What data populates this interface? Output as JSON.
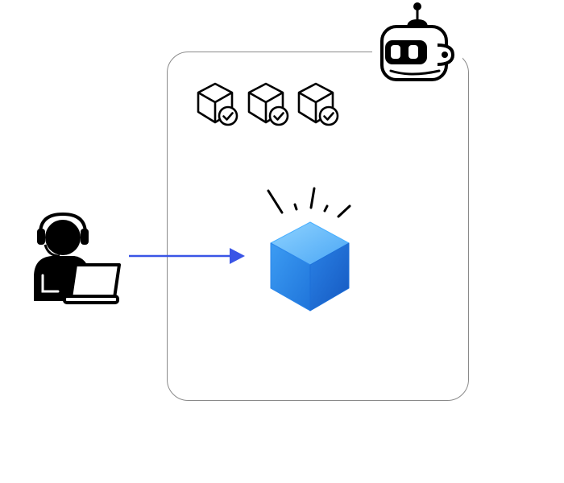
{
  "diagram": {
    "nodes": [
      {
        "id": "agent",
        "icon": "support-agent-laptop-icon",
        "color": "#000000"
      },
      {
        "id": "boundary",
        "icon": "container-boundary"
      },
      {
        "id": "verified-packages",
        "icon": "package-check-icon",
        "count": 3,
        "color": "#000000"
      },
      {
        "id": "central-cube",
        "icon": "glowing-cube-icon",
        "color": "#2f8ff0"
      },
      {
        "id": "robot",
        "icon": "robot-head-icon",
        "color": "#000000"
      }
    ],
    "edges": [
      {
        "from": "agent",
        "to": "central-cube",
        "color": "#3a55e6"
      }
    ],
    "colors": {
      "boundary_stroke": "#8a8a8a",
      "arrow": "#3a55e6",
      "cube_light": "#6cc0ff",
      "cube_mid": "#2f8ff0",
      "cube_dark": "#1560c8"
    }
  }
}
